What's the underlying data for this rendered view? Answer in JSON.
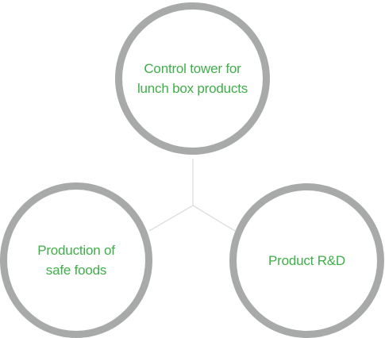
{
  "colors": {
    "ring": "#a7aaa9",
    "label": "#3fae49",
    "connector": "#d8dad9"
  },
  "nodes": {
    "top": {
      "label": "Control tower for\nlunch box products"
    },
    "left": {
      "label": "Production of\nsafe foods"
    },
    "right": {
      "label": "Product R&D"
    }
  }
}
